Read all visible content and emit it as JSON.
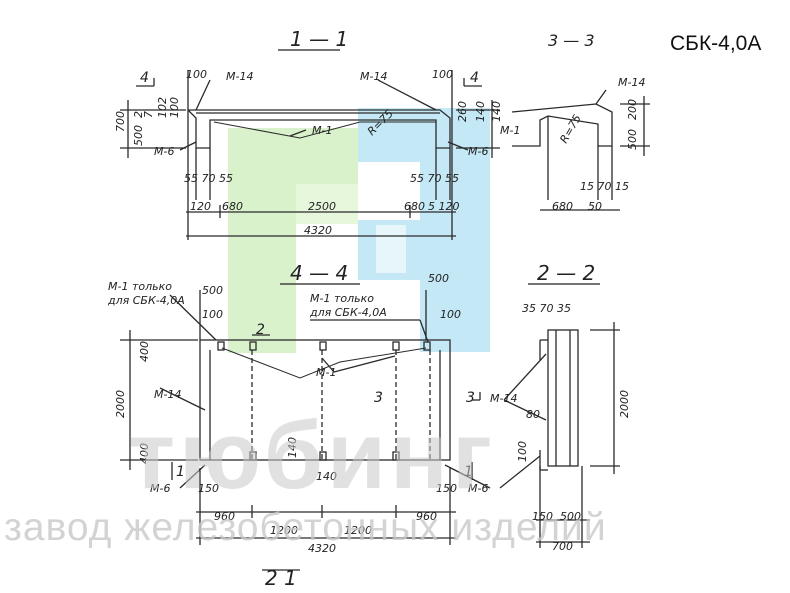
{
  "document": {
    "code": "СБК-4,0А"
  },
  "sections": {
    "s11": "1 — 1",
    "s33": "3 — 3",
    "s44": "4 — 4",
    "s22": "2 — 2",
    "s21": "2 1"
  },
  "marks": {
    "m14": "М-14",
    "m1": "М-1",
    "m6": "М-6",
    "r75": "R=75",
    "m1_only_a": "М-1 только",
    "m1_only_b": "для СБК-4,0А"
  },
  "cut_labels": {
    "c4": "4",
    "c3": "3",
    "c2": "2",
    "c1": "1"
  },
  "dims_11": {
    "d100a": "100",
    "d100b": "100",
    "d700": "700",
    "d500": "500",
    "d2": "2",
    "d7": "7",
    "d102": "102",
    "d100c": "100",
    "d260": "260",
    "d140": "140",
    "d55a": "55 70 55",
    "d55b": "55 70 55",
    "d120a": "120",
    "d120b": "5 120",
    "d680a": "680",
    "d2500": "2500",
    "d680b": "680",
    "d4320": "4320"
  },
  "dims_33": {
    "d200": "200",
    "d500": "500",
    "d15": "15 70 15",
    "d680": "680",
    "d50": "50",
    "d140": "140"
  },
  "dims_44": {
    "d500a": "500",
    "d500b": "500",
    "d100a": "100",
    "d100b": "100",
    "d400": "400",
    "d2000": "2000",
    "d400b": "400",
    "d150a": "150",
    "d150b": "150",
    "d140a": "140",
    "d140b": "140",
    "d960a": "960",
    "d1200a": "1200",
    "d1200b": "1200",
    "d960b": "960",
    "d4320": "4320"
  },
  "dims_22": {
    "d35": "35 70 35",
    "d80": "80",
    "d2000": "2000",
    "d100": "100",
    "d150": "150",
    "d500": "500",
    "d700": "700"
  },
  "watermark": {
    "brand": "тюбинг",
    "tagline": "завод железобетонных изделий"
  },
  "colors": {
    "line": "#2a2a2a",
    "wm_green": "#d6f0c8",
    "wm_blue": "#bfe6f5",
    "wm_text": "#d2d2d2"
  }
}
